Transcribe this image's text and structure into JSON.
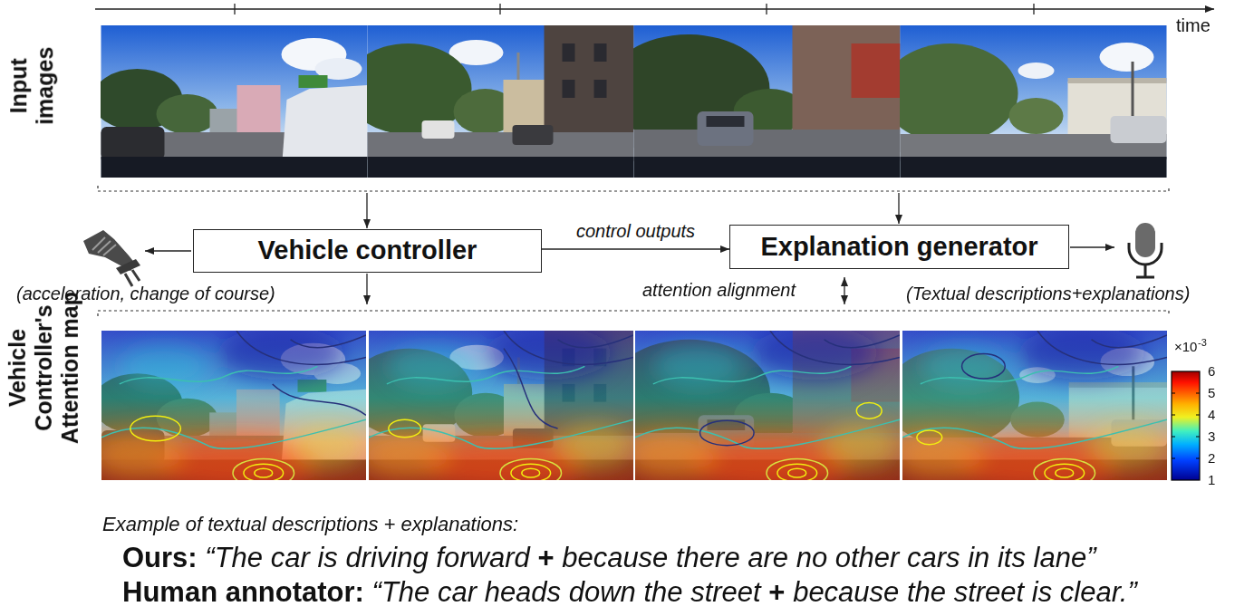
{
  "diagram": {
    "nodes": [
      {
        "text": [
          "Vehicle controller"
        ]
      },
      {
        "text": [
          "Explanation generator"
        ]
      }
    ],
    "edges": [
      {
        "from": 0,
        "to": 1,
        "arrow": "to",
        "label": "control outputs"
      }
    ],
    "labels": [
      "time",
      "Input images",
      "(acceleration, change of course)",
      "attention alignment",
      "(Textual descriptions+explanations)",
      "Vehicle Controller's Attention map",
      "×10",
      "-3",
      "6",
      "5",
      "4",
      "3",
      "2",
      "1",
      "Example of textual descriptions + explanations:",
      "Ours:",
      "“The car is driving forward",
      "+",
      "because there are no other cars in its lane”",
      "Human annotator:",
      "“The car heads down the street",
      "+",
      "because the street is clear.”"
    ]
  }
}
